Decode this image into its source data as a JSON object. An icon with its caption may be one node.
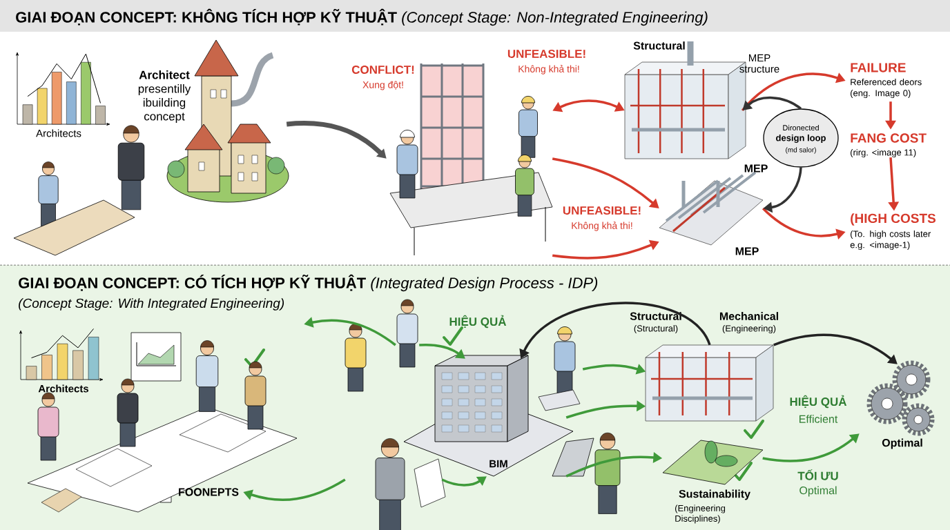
{
  "diagram": {
    "title": "**GIAI ĐOẠN CONCEPT: KHÔNG TÍCH HỢP KỸ THUẬT** *(Concept Stage: Non-Integrated Engineering)*",
    "nodes": [
      {
        "text": [
          "**Architect** presentilly ibuilding concept"
        ]
      },
      {
        "text": [],
        "shape": "picture"
      },
      {
        "text": [
          "Structural",
          "MEP structure"
        ]
      },
      {
        "text": [
          "MEP",
          "MEP"
        ]
      },
      {
        "text": [
          "Dironected",
          "design loop",
          "(md salor)"
        ]
      },
      {
        "text": [
          "FAILURE",
          "Referenced deors (eng. Image 0)"
        ]
      },
      {
        "text": [
          "FANG COST",
          "(rirg. <image 11)"
        ]
      },
      {
        "text": [
          "(HIGH COSTS",
          "(To. high costs later e.g. <image-1)"
        ]
      },
      {
        "text": [],
        "shape": "picture"
      },
      {
        "text": [],
        "shape": "picture"
      },
      {
        "text": [
          "BIM"
        ]
      },
      {
        "text": [],
        "shape": "picture"
      },
      {
        "text": [
          "Structural",
          "(Structural)",
          "Mechanical",
          "(Engineering)"
        ]
      },
      {
        "text": [
          "Sustainability",
          "(Engineering Disciplines)"
        ]
      },
      {
        "text": [
          "Optimal"
        ]
      },
      {
        "text": [
          "FOONEPTS"
        ]
      },
      {
        "text": [],
        "shape": "picture"
      }
    ],
    "edges": [
      {
        "from": 0,
        "to": 1,
        "arrow": "to",
        "style": "thick",
        "color": "#555555"
      },
      {
        "from": 1,
        "to": 2,
        "arrow": "both",
        "color": "#d63a2c"
      },
      {
        "from": 1,
        "to": 3,
        "arrow": "to",
        "color": "#d63a2c"
      },
      {
        "from": 1,
        "to": 3,
        "arrow": "to",
        "color": "#d63a2c"
      },
      {
        "from": 2,
        "to": 5,
        "arrow": "to",
        "color": "#d63a2c"
      },
      {
        "from": 3,
        "to": 7,
        "arrow": "to",
        "color": "#d63a2c"
      },
      {
        "from": 5,
        "to": 6,
        "arrow": "to",
        "color": "#d63a2c"
      },
      {
        "from": 6,
        "to": 7,
        "arrow": "to",
        "color": "#d63a2c"
      },
      {
        "from": 4,
        "to": 2,
        "arrow": "to",
        "color": "#333333"
      },
      {
        "from": 4,
        "to": 3,
        "arrow": "to",
        "color": "#333333"
      },
      {
        "from": 9,
        "to": 8,
        "arrow": "to",
        "color": "#3f9a3a"
      },
      {
        "from": 9,
        "to": 10,
        "arrow": "to",
        "color": "#3f9a3a"
      },
      {
        "from": 12,
        "to": 10,
        "arrow": "to",
        "color": "#222222"
      },
      {
        "from": 12,
        "to": 14,
        "arrow": "to",
        "color": "#222222"
      },
      {
        "from": 11,
        "to": 12,
        "arrow": "to",
        "color": "#3f9a3a"
      },
      {
        "from": 10,
        "to": 12,
        "arrow": "to",
        "color": "#3f9a3a"
      },
      {
        "from": 10,
        "to": 13,
        "arrow": "to",
        "color": "#3f9a3a"
      },
      {
        "from": 13,
        "to": 14,
        "arrow": "to",
        "color": "#3f9a3a"
      },
      {
        "from": 16,
        "to": 15,
        "arrow": "to",
        "color": "#3f9a3a"
      },
      {
        "from": 16,
        "to": 10,
        "arrow": "to",
        "color": "#3f9a3a"
      }
    ],
    "labels": [
      "Architects",
      "CONFLICT!",
      "Xung đột!",
      "UNFEASIBLE!",
      "Không khả thi!",
      "UNFEASIBLE!",
      "Không khả thi!",
      "**GIAI ĐOẠN CONCEPT: CÓ TÍCH HỢP KỸ THUẬT** *(Integrated Design Process - IDP)*",
      "(Concept Stage: With Integrated Engineering)",
      "Architects",
      "HIỆU QUẢ",
      "HIỆU QUẢ",
      "Efficient",
      "TỐI ƯU",
      "Optimal"
    ]
  }
}
